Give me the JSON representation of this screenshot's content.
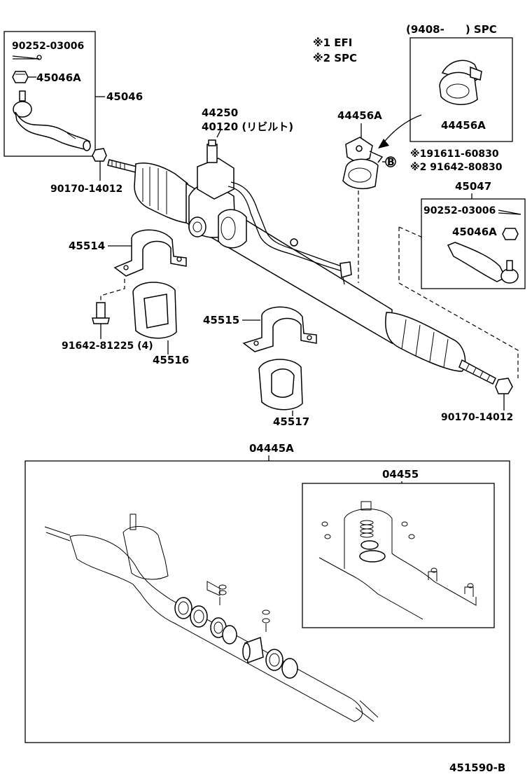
{
  "notes": {
    "note1": "※1 EFI",
    "note2": "※2 SPC",
    "spc_box_title": "(9408-　　) SPC"
  },
  "labels": {
    "p90252_top": "90252-03006",
    "p45046A_top": "45046A",
    "p45046": "45046",
    "p90170_left": "90170-14012",
    "p44250": "44250",
    "p40120": "40120 (リビルト)",
    "p44456A": "44456A",
    "p44456A_box": "44456A",
    "p191611": "※191611-60830",
    "p91642_80830": "※2 91642-80830",
    "bolt_mark": "B",
    "p45047": "45047",
    "p90252_right": "90252-03006",
    "p45046A_right": "45046A",
    "p45514": "45514",
    "p91642_81225": "91642-81225 (4)",
    "p45516": "45516",
    "p45515": "45515",
    "p45517": "45517",
    "p90170_right": "90170-14012",
    "p04445A": "04445A",
    "p04455": "04455",
    "figure_code": "451590-B"
  }
}
